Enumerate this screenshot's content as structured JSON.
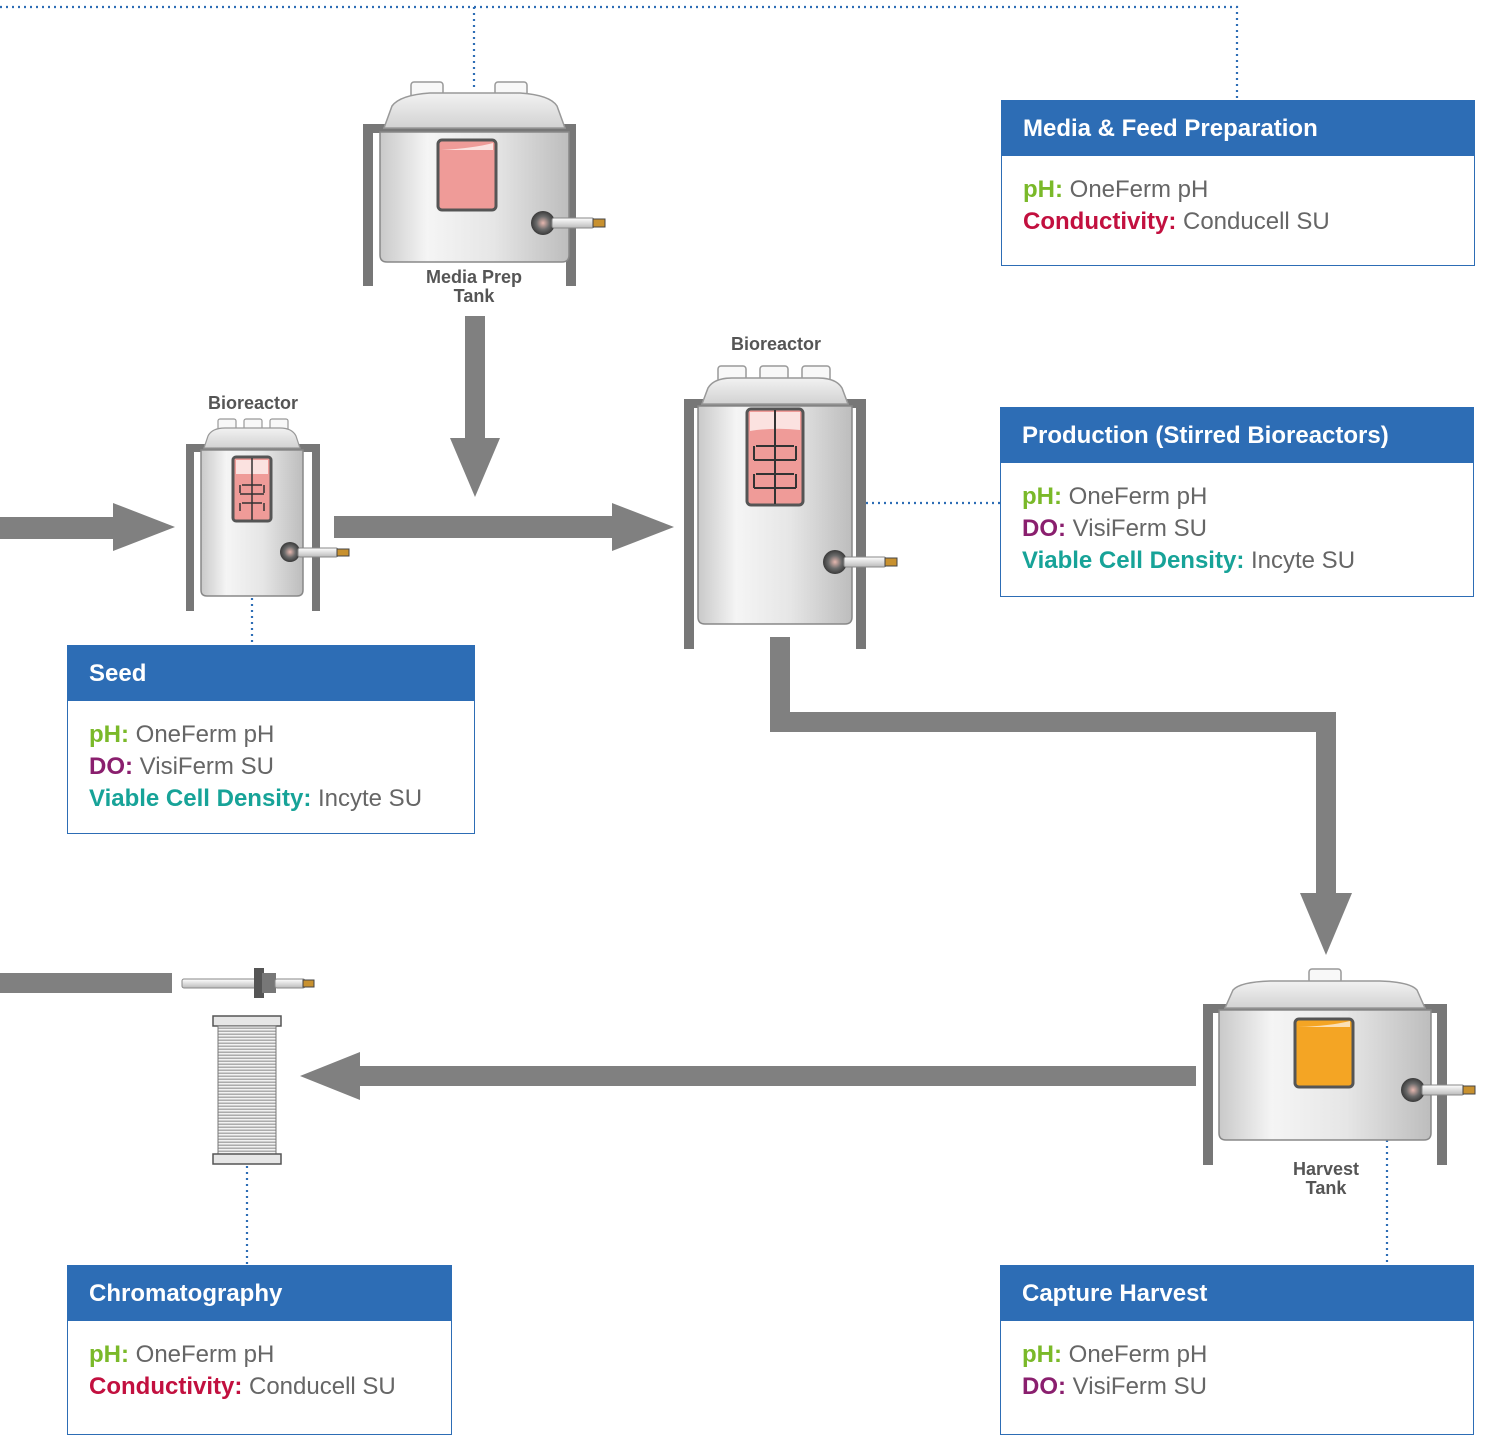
{
  "tank_labels": {
    "media_prep": [
      "Media Prep",
      "Tank"
    ],
    "bioreactor_small": [
      "Bioreactor"
    ],
    "bioreactor_large": [
      "Bioreactor"
    ],
    "harvest": [
      "Harvest",
      "Tank"
    ]
  },
  "panels": {
    "media_feed": {
      "title": "Media & Feed Preparation",
      "rows": [
        {
          "key": "pH:",
          "value": " OneFerm pH"
        },
        {
          "key": "Conductivity:",
          "value": " Conducell SU"
        }
      ]
    },
    "production": {
      "title": "Production (Stirred Bioreactors)",
      "rows": [
        {
          "key": "pH:",
          "value": " OneFerm pH"
        },
        {
          "key": "DO:",
          "value": " VisiFerm SU"
        },
        {
          "key": "Viable Cell Density:",
          "value": " Incyte SU"
        }
      ]
    },
    "seed": {
      "title": "Seed",
      "rows": [
        {
          "key": "pH:",
          "value": " OneFerm pH"
        },
        {
          "key": "DO:",
          "value": " VisiFerm SU"
        },
        {
          "key": "Viable Cell Density:",
          "value": " Incyte SU"
        }
      ]
    },
    "chromatography": {
      "title": "Chromatography",
      "rows": [
        {
          "key": "pH:",
          "value": " OneFerm pH"
        },
        {
          "key": "Conductivity:",
          "value": " Conducell SU"
        }
      ]
    },
    "capture": {
      "title": "Capture Harvest",
      "rows": [
        {
          "key": "pH:",
          "value": " OneFerm pH"
        },
        {
          "key": "DO:",
          "value": " VisiFerm SU"
        }
      ]
    }
  },
  "colors": {
    "panel_header": "#2d6db5",
    "ph": "#7ab929",
    "do": "#8a1f6e",
    "conductivity": "#c2103f",
    "viable_cell_density": "#17a398",
    "flow_arrow": "#808080",
    "media_fill": "#ef9b98",
    "harvest_fill": "#f4a524",
    "connector": "#2d6db5"
  }
}
